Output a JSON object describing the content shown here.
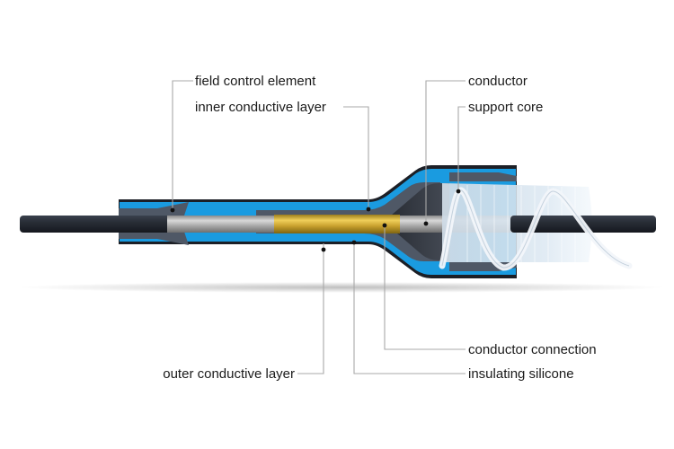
{
  "title": "Cold-shrink cable joint cross-section",
  "colors": {
    "insulation_blue": "#1a9be0",
    "outer_jacket": "#1c1f26",
    "conductive_layer": "#4f5866",
    "cable_sheath": "#2a2f38",
    "conductor_silver": "#b8b8b8",
    "connector_gold": "#d9b33a",
    "support_core": "#dfe9f2",
    "leader_line": "#a8a8a8"
  },
  "labels": {
    "field_control_element": "field control element",
    "inner_conductive_layer": "inner conductive layer",
    "conductor": "conductor",
    "support_core": "support core",
    "conductor_connection": "conductor connection",
    "outer_conductive_layer": "outer conductive layer",
    "insulating_silicone": "insulating silicone"
  }
}
